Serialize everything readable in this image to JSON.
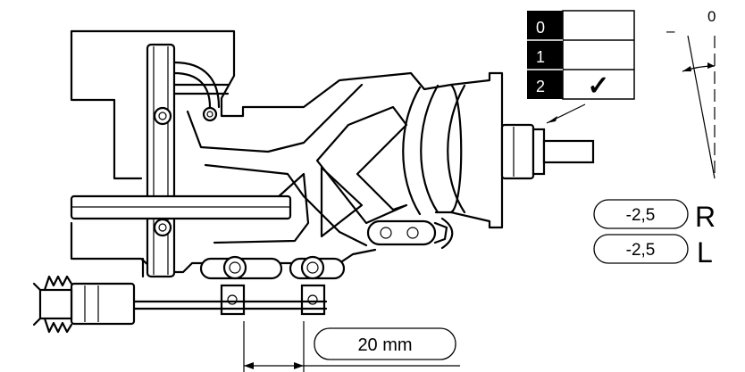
{
  "table": {
    "rows": [
      {
        "label": "0",
        "mark": ""
      },
      {
        "label": "1",
        "mark": ""
      },
      {
        "label": "2",
        "mark": "✓"
      }
    ]
  },
  "angle": {
    "zero_label": "0",
    "dash_label": "–"
  },
  "settings": [
    {
      "value": "-2,5",
      "side": "R"
    },
    {
      "value": "-2,5",
      "side": "L"
    }
  ],
  "dimension": {
    "label": "20 mm"
  }
}
